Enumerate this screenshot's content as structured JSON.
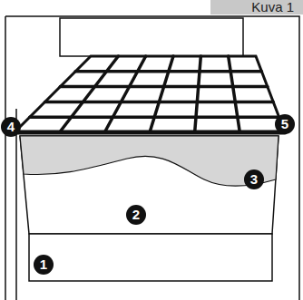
{
  "diagram": {
    "labels": [
      "Kuva 1",
      "1",
      "2",
      "3",
      "4",
      "5"
    ]
  }
}
